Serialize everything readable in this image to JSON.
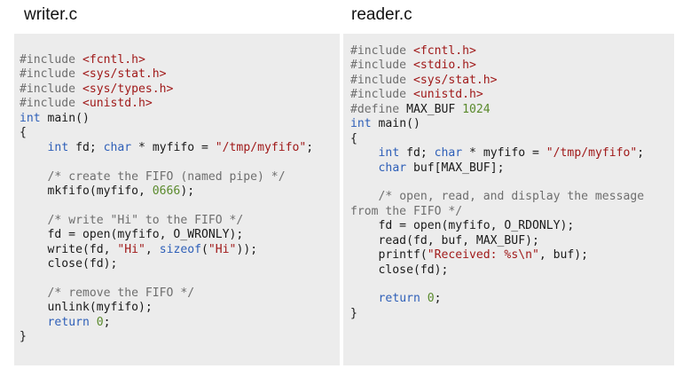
{
  "titles": {
    "writer": "writer.c",
    "reader": "reader.c"
  },
  "colors": {
    "preprocessor": "#6e6e6e",
    "keyword": "#2e5fb8",
    "string": "#a01a1a",
    "comment": "#6e6e6e",
    "number": "#5a8a2c",
    "panel_background": "#ececec"
  },
  "writer_code": [
    [
      [
        "pp",
        "#include "
      ],
      [
        "str",
        "<fcntl.h>"
      ]
    ],
    [
      [
        "pp",
        "#include "
      ],
      [
        "str",
        "<sys/stat.h>"
      ]
    ],
    [
      [
        "pp",
        "#include "
      ],
      [
        "str",
        "<sys/types.h>"
      ]
    ],
    [
      [
        "pp",
        "#include "
      ],
      [
        "str",
        "<unistd.h>"
      ]
    ],
    [
      [
        "kw",
        "int"
      ],
      [
        "",
        " main()"
      ]
    ],
    [
      [
        "",
        "{"
      ]
    ],
    [
      [
        "",
        "    "
      ],
      [
        "kw",
        "int"
      ],
      [
        "",
        " fd; "
      ],
      [
        "kw",
        "char"
      ],
      [
        "",
        " * myfifo = "
      ],
      [
        "str",
        "\"/tmp/myfifo\""
      ],
      [
        "",
        ";"
      ]
    ],
    [
      [
        "",
        ""
      ]
    ],
    [
      [
        "",
        "    "
      ],
      [
        "cm",
        "/* create the FIFO (named pipe) */"
      ]
    ],
    [
      [
        "",
        "    mkfifo(myfifo, "
      ],
      [
        "num",
        "0666"
      ],
      [
        "",
        ");"
      ]
    ],
    [
      [
        "",
        ""
      ]
    ],
    [
      [
        "",
        "    "
      ],
      [
        "cm",
        "/* write \"Hi\" to the FIFO */"
      ]
    ],
    [
      [
        "",
        "    fd = open(myfifo, O_WRONLY);"
      ]
    ],
    [
      [
        "",
        "    write(fd, "
      ],
      [
        "str",
        "\"Hi\""
      ],
      [
        "",
        ", "
      ],
      [
        "kw",
        "sizeof"
      ],
      [
        "",
        "("
      ],
      [
        "str",
        "\"Hi\""
      ],
      [
        "",
        "));"
      ]
    ],
    [
      [
        "",
        "    close(fd);"
      ]
    ],
    [
      [
        "",
        ""
      ]
    ],
    [
      [
        "",
        "    "
      ],
      [
        "cm",
        "/* remove the FIFO */"
      ]
    ],
    [
      [
        "",
        "    unlink(myfifo);"
      ]
    ],
    [
      [
        "",
        "    "
      ],
      [
        "kw",
        "return"
      ],
      [
        "",
        " "
      ],
      [
        "num",
        "0"
      ],
      [
        "",
        ";"
      ]
    ],
    [
      [
        "",
        "}"
      ]
    ]
  ],
  "reader_code": [
    [
      [
        "pp",
        "#include "
      ],
      [
        "str",
        "<fcntl.h>"
      ]
    ],
    [
      [
        "pp",
        "#include "
      ],
      [
        "str",
        "<stdio.h>"
      ]
    ],
    [
      [
        "pp",
        "#include "
      ],
      [
        "str",
        "<sys/stat.h>"
      ]
    ],
    [
      [
        "pp",
        "#include "
      ],
      [
        "str",
        "<unistd.h>"
      ]
    ],
    [
      [
        "pp",
        "#define"
      ],
      [
        "",
        " MAX_BUF "
      ],
      [
        "num",
        "1024"
      ]
    ],
    [
      [
        "kw",
        "int"
      ],
      [
        "",
        " main()"
      ]
    ],
    [
      [
        "",
        "{"
      ]
    ],
    [
      [
        "",
        "    "
      ],
      [
        "kw",
        "int"
      ],
      [
        "",
        " fd; "
      ],
      [
        "kw",
        "char"
      ],
      [
        "",
        " * myfifo = "
      ],
      [
        "str",
        "\"/tmp/myfifo\""
      ],
      [
        "",
        ";"
      ]
    ],
    [
      [
        "",
        "    "
      ],
      [
        "kw",
        "char"
      ],
      [
        "",
        " buf[MAX_BUF];"
      ]
    ],
    [
      [
        "",
        ""
      ]
    ],
    [
      [
        "",
        "    "
      ],
      [
        "cm",
        "/* open, read, and display the message"
      ]
    ],
    [
      [
        "cm",
        "from the FIFO */"
      ]
    ],
    [
      [
        "",
        "    fd = open(myfifo, O_RDONLY);"
      ]
    ],
    [
      [
        "",
        "    read(fd, buf, MAX_BUF);"
      ]
    ],
    [
      [
        "",
        "    printf("
      ],
      [
        "str",
        "\"Received: %s\\n\""
      ],
      [
        "",
        ", buf);"
      ]
    ],
    [
      [
        "",
        "    close(fd);"
      ]
    ],
    [
      [
        "",
        ""
      ]
    ],
    [
      [
        "",
        "    "
      ],
      [
        "kw",
        "return"
      ],
      [
        "",
        " "
      ],
      [
        "num",
        "0"
      ],
      [
        "",
        ";"
      ]
    ],
    [
      [
        "",
        "}"
      ]
    ]
  ]
}
